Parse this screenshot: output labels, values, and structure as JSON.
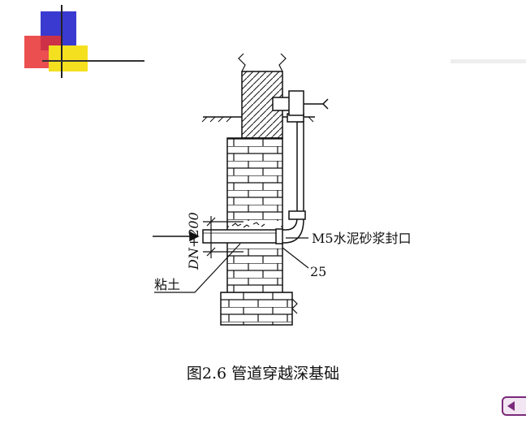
{
  "labels": {
    "mortar_seal": "M5水泥砂浆封口",
    "dimension": "DN+200",
    "clay": "粘土",
    "gap_size": "25"
  },
  "caption": "图2.6 管道穿越深基础",
  "colors": {
    "deco_blue": "#3a3ad0",
    "deco_red": "#e83030",
    "deco_yellow": "#f5e020",
    "line": "#111111"
  },
  "icons": {
    "nav": "back-arrow-icon"
  }
}
